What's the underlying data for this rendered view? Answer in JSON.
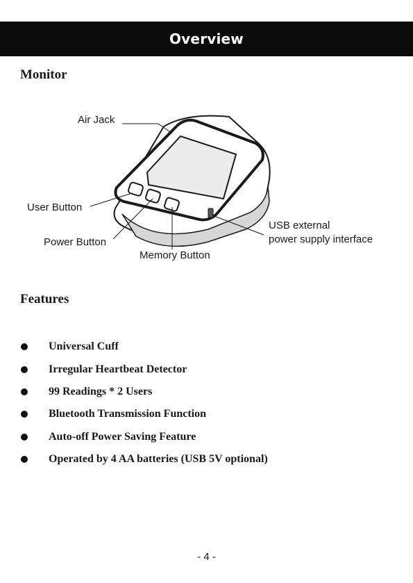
{
  "header": {
    "title": "Overview"
  },
  "monitor": {
    "title": "Monitor",
    "callouts": {
      "air_jack": "Air Jack",
      "user_button": "User Button",
      "power_button": "Power Button",
      "memory_button": "Memory Button",
      "usb_line1": "USB external",
      "usb_line2": "power supply interface"
    }
  },
  "features": {
    "title": "Features",
    "items": [
      "Universal Cuff",
      "Irregular Heartbeat Detector",
      "99 Readings * 2 Users",
      "Bluetooth Transmission Function",
      "Auto-off Power Saving Feature",
      "Operated by 4 AA batteries (USB 5V optional)"
    ]
  },
  "footer": {
    "page": "- 4 -"
  }
}
